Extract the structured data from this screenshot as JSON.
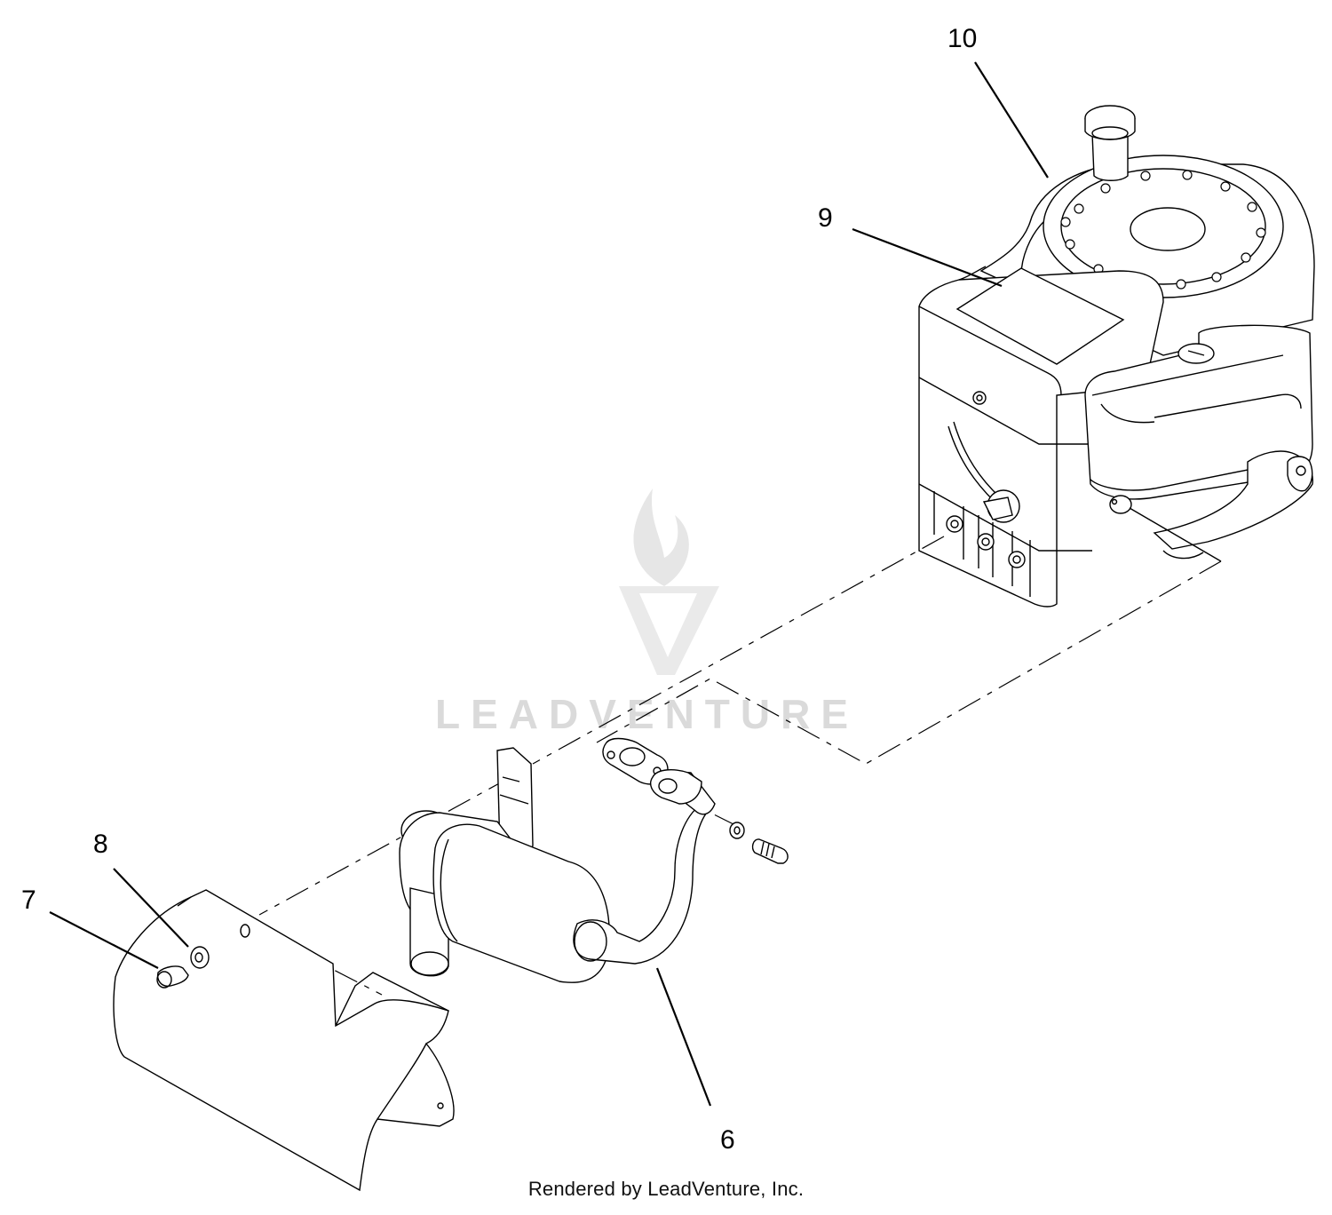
{
  "callouts": {
    "part_10": "10",
    "part_9": "9",
    "part_8": "8",
    "part_7": "7",
    "part_6": "6"
  },
  "watermark": {
    "text": "LEADVENTURE"
  },
  "footer": {
    "text": "Rendered by LeadVenture, Inc."
  }
}
